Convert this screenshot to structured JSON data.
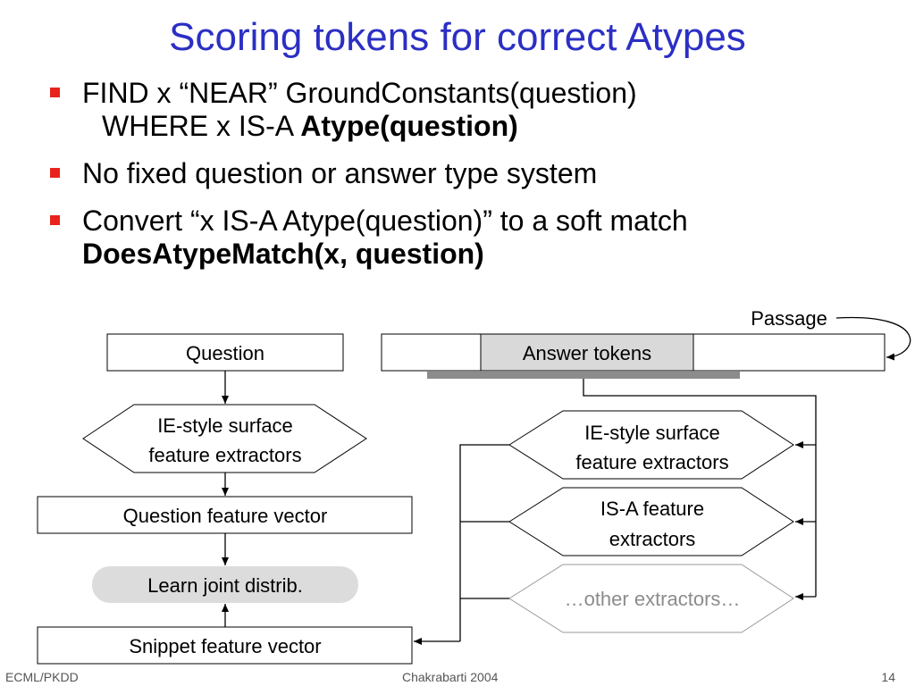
{
  "title": "Scoring tokens for correct Atypes",
  "bullets": [
    {
      "line1": "FIND x “NEAR” GroundConstants(question)",
      "line2_plain": "WHERE x IS-A ",
      "line2_bold": "Atype(question)"
    },
    {
      "text": "No fixed question or answer type system"
    },
    {
      "line1": "Convert “x IS-A Atype(question)” to a soft match",
      "line2_bold": "DoesAtypeMatch(x, question)"
    }
  ],
  "diagram": {
    "passage_label": "Passage",
    "question_box": "Question",
    "answer_tokens": "Answer tokens",
    "left_extractor": [
      "IE-style surface",
      "feature extractors"
    ],
    "question_feature_vector": "Question feature vector",
    "learn_joint": "Learn joint distrib.",
    "snippet_feature_vector": "Snippet feature vector",
    "right_extractor_ie": [
      "IE-style surface",
      "feature extractors"
    ],
    "right_extractor_isa": [
      "IS-A feature",
      "extractors"
    ],
    "right_extractor_other": "…other extractors…"
  },
  "colors": {
    "title": "#2b2fc4",
    "bullet_marker": "#e8231d",
    "answer_tokens_fill": "#d9d9d9",
    "shadow_bar": "#8c8c8c",
    "learn_fill": "#dcdcdc",
    "muted_text": "#8c8c8c"
  },
  "footer": {
    "left": "ECML/PKDD",
    "center": "Chakrabarti 2004",
    "right": "14"
  }
}
